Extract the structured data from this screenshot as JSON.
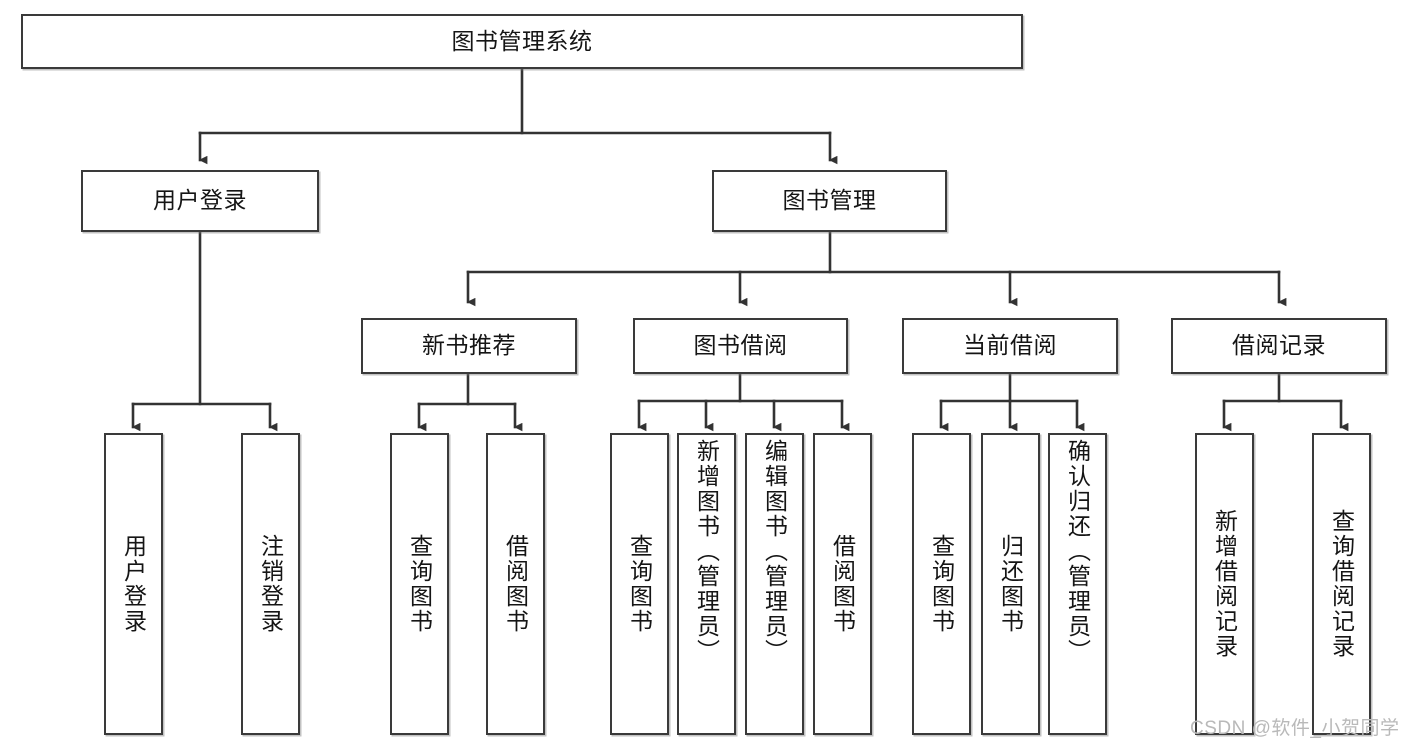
{
  "diagram": {
    "title": "图书管理系统",
    "type": "tree-hierarchy-chart",
    "colors": {
      "box_border": "#3a3a3a",
      "box_fill": "#ffffff",
      "connector": "#333333",
      "watermark": "#b9b9b9",
      "background": "#ffffff"
    },
    "root": {
      "label": "图书管理系统"
    },
    "level2": [
      {
        "label": "用户登录"
      },
      {
        "label": "图书管理"
      }
    ],
    "level3": [
      {
        "label": "新书推荐"
      },
      {
        "label": "图书借阅"
      },
      {
        "label": "当前借阅"
      },
      {
        "label": "借阅记录"
      }
    ],
    "leaves": {
      "user_login": [
        {
          "label": "用户登录"
        },
        {
          "label": "注销登录"
        }
      ],
      "new_book_recommend": [
        {
          "label": "查询图书"
        },
        {
          "label": "借阅图书"
        }
      ],
      "book_borrow": [
        {
          "label": "查询图书"
        },
        {
          "label": "新增图书（管理员）"
        },
        {
          "label": "编辑图书（管理员）"
        },
        {
          "label": "借阅图书"
        }
      ],
      "current_borrow": [
        {
          "label": "查询图书"
        },
        {
          "label": "归还图书"
        },
        {
          "label": "确认归还（管理员）"
        }
      ],
      "borrow_record": [
        {
          "label": "新增借阅记录"
        },
        {
          "label": "查询借阅记录"
        }
      ]
    }
  },
  "watermark": {
    "text": "CSDN @软件_小贺同学"
  }
}
